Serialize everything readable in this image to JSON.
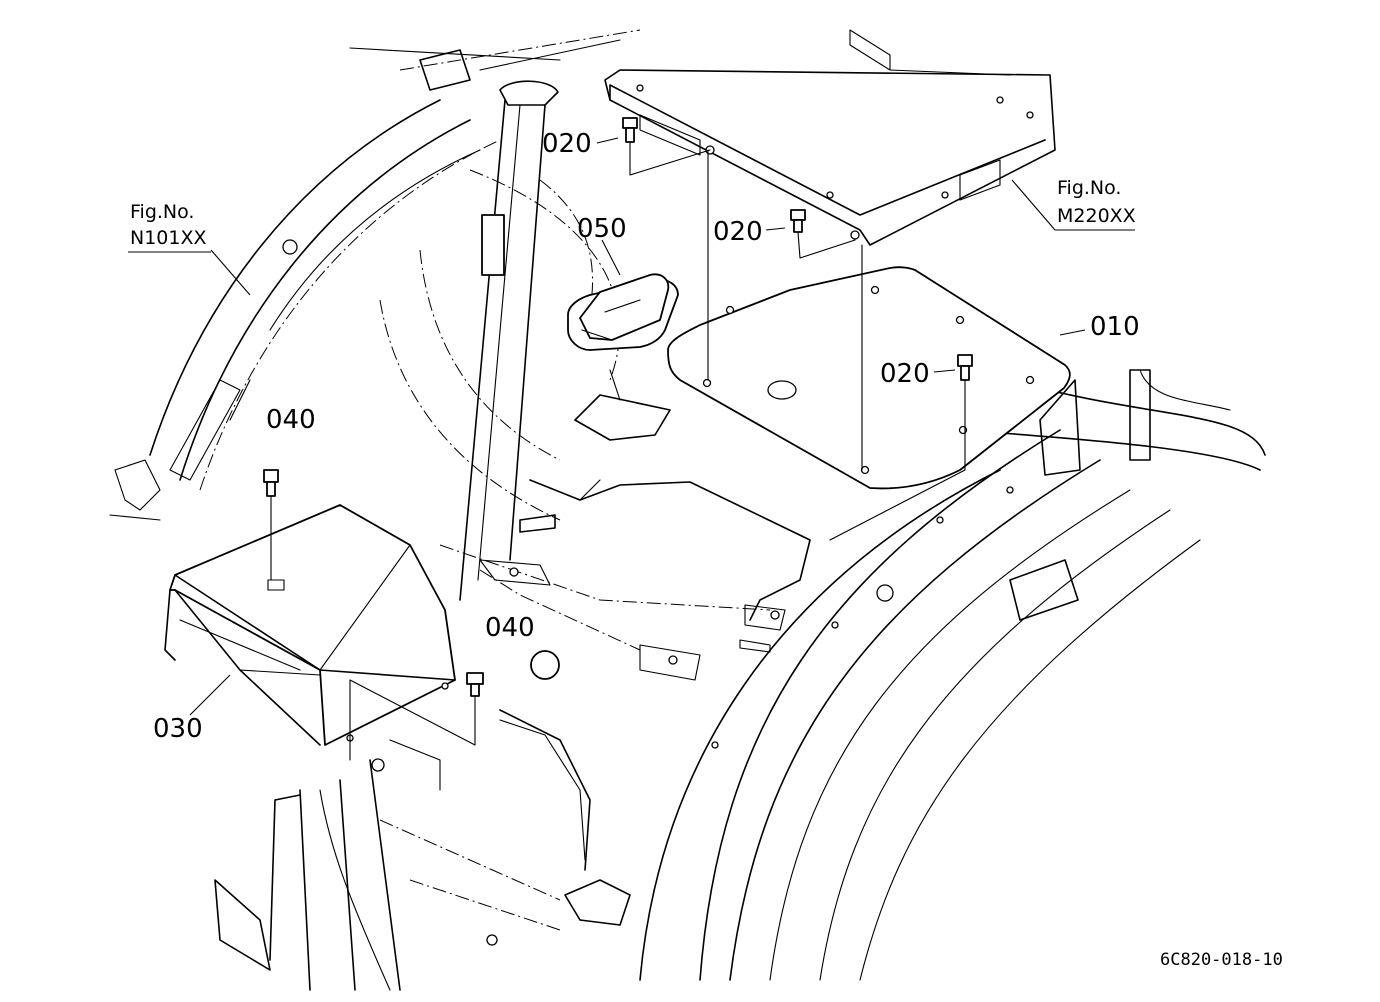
{
  "diagram": {
    "drawing_code": "6C820-018-10",
    "references": [
      {
        "id": "fig-n101",
        "label": "Fig.No.",
        "code": "N101XX"
      },
      {
        "id": "fig-m220",
        "label": "Fig.No.",
        "code": "M220XX"
      }
    ],
    "callouts": {
      "c010": "010",
      "c020a": "020",
      "c020b": "020",
      "c020c": "020",
      "c030": "030",
      "c040a": "040",
      "c040b": "040",
      "c050": "050"
    }
  }
}
